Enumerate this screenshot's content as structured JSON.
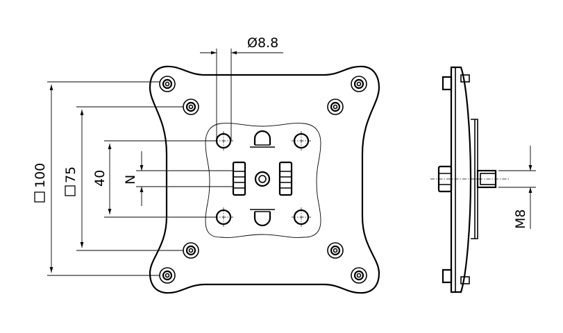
{
  "drawing": {
    "labels": {
      "diameter": "Ø8.8",
      "dim_100": "100",
      "dim_75": "75",
      "dim_40": "40",
      "dim_n": "N",
      "thread": "M8"
    },
    "square_symbol_name": "square-symbol"
  }
}
